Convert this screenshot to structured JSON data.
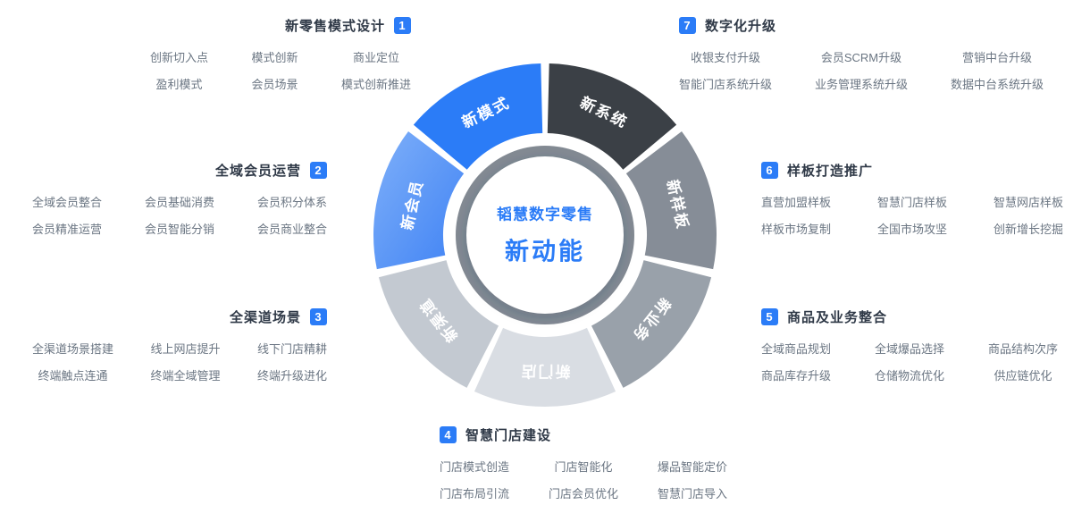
{
  "center": {
    "line1": "韬慧数字零售",
    "line2": "新动能"
  },
  "wheel": {
    "segments": [
      {
        "label": "新系统",
        "color": "#3b4046"
      },
      {
        "label": "新样板",
        "color": "#868d97"
      },
      {
        "label": "新业务",
        "color": "#99a1aa"
      },
      {
        "label": "新门店",
        "color": "#d9dde3"
      },
      {
        "label": "新渠道",
        "color": "#c3c9d1"
      },
      {
        "label": "新会员",
        "color": "#3f82f4",
        "color2": "#7fb0f9"
      },
      {
        "label": "新模式",
        "color": "#2b7cf7"
      }
    ],
    "ring_color": "#838a93",
    "center_fill": "#ffffff",
    "label_color": "#ffffff"
  },
  "groups": [
    {
      "number": "1",
      "title": "新零售模式设计",
      "items": [
        "创新切入点",
        "模式创新",
        "商业定位",
        "盈利模式",
        "会员场景",
        "模式创新推进"
      ]
    },
    {
      "number": "2",
      "title": "全域会员运营",
      "items": [
        "全域会员整合",
        "会员基础消费",
        "会员积分体系",
        "会员精准运营",
        "会员智能分销",
        "会员商业整合"
      ]
    },
    {
      "number": "3",
      "title": "全渠道场景",
      "items": [
        "全渠道场景搭建",
        "线上网店提升",
        "线下门店精耕",
        "终端触点连通",
        "终端全域管理",
        "终端升级进化"
      ]
    },
    {
      "number": "4",
      "title": "智慧门店建设",
      "items": [
        "门店模式创造",
        "门店智能化",
        "爆品智能定价",
        "门店布局引流",
        "门店会员优化",
        "智慧门店导入"
      ]
    },
    {
      "number": "5",
      "title": "商品及业务整合",
      "items": [
        "全域商品规划",
        "全域爆品选择",
        "商品结构次序",
        "商品库存升级",
        "仓储物流优化",
        "供应链优化"
      ]
    },
    {
      "number": "6",
      "title": "样板打造推广",
      "items": [
        "直营加盟样板",
        "智慧门店样板",
        "智慧网店样板",
        "样板市场复制",
        "全国市场攻坚",
        "创新增长挖掘"
      ]
    },
    {
      "number": "7",
      "title": "数字化升级",
      "items": [
        "收银支付升级",
        "会员SCRM升级",
        "营销中台升级",
        "智能门店系统升级",
        "业务管理系统升级",
        "数据中台系统升级"
      ]
    }
  ],
  "colors": {
    "accent": "#2b7cf7",
    "title_text": "#2f3947",
    "item_text": "#6b7683"
  }
}
